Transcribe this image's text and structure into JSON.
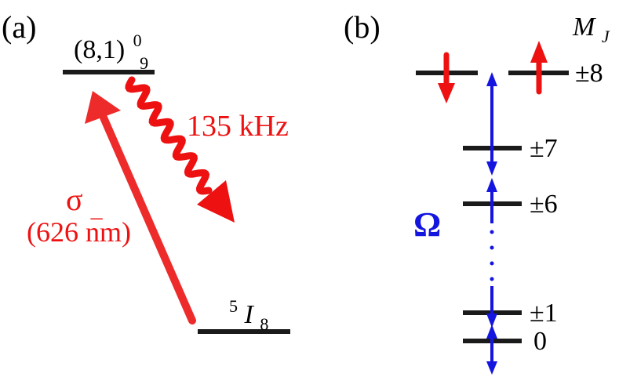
{
  "colors": {
    "level_line": "#1a1a1a",
    "laser": "#ee2b2b",
    "spin_arrow": "#ee1111",
    "coupling": "#1515e0",
    "text": "#000000"
  },
  "panel_a": {
    "panel_label": "(a)",
    "excited_state": {
      "prefix": "(8,1)",
      "superscript": "0",
      "subscript": "9"
    },
    "ground_state": {
      "superscript": "5",
      "letter": "I",
      "subscript": "8"
    },
    "decay_rate": "135 kHz",
    "polarization": "σ",
    "polarization_subscript": "_",
    "wavelength": "(626 nm)"
  },
  "panel_b": {
    "panel_label": "(b)",
    "axis_label": "M",
    "axis_label_subscript": "J",
    "coupling_symbol": "Ω",
    "levels": [
      {
        "label": "±8"
      },
      {
        "label": "±7"
      },
      {
        "label": "±6"
      },
      {
        "label": "±1"
      },
      {
        "label": "0"
      }
    ]
  }
}
